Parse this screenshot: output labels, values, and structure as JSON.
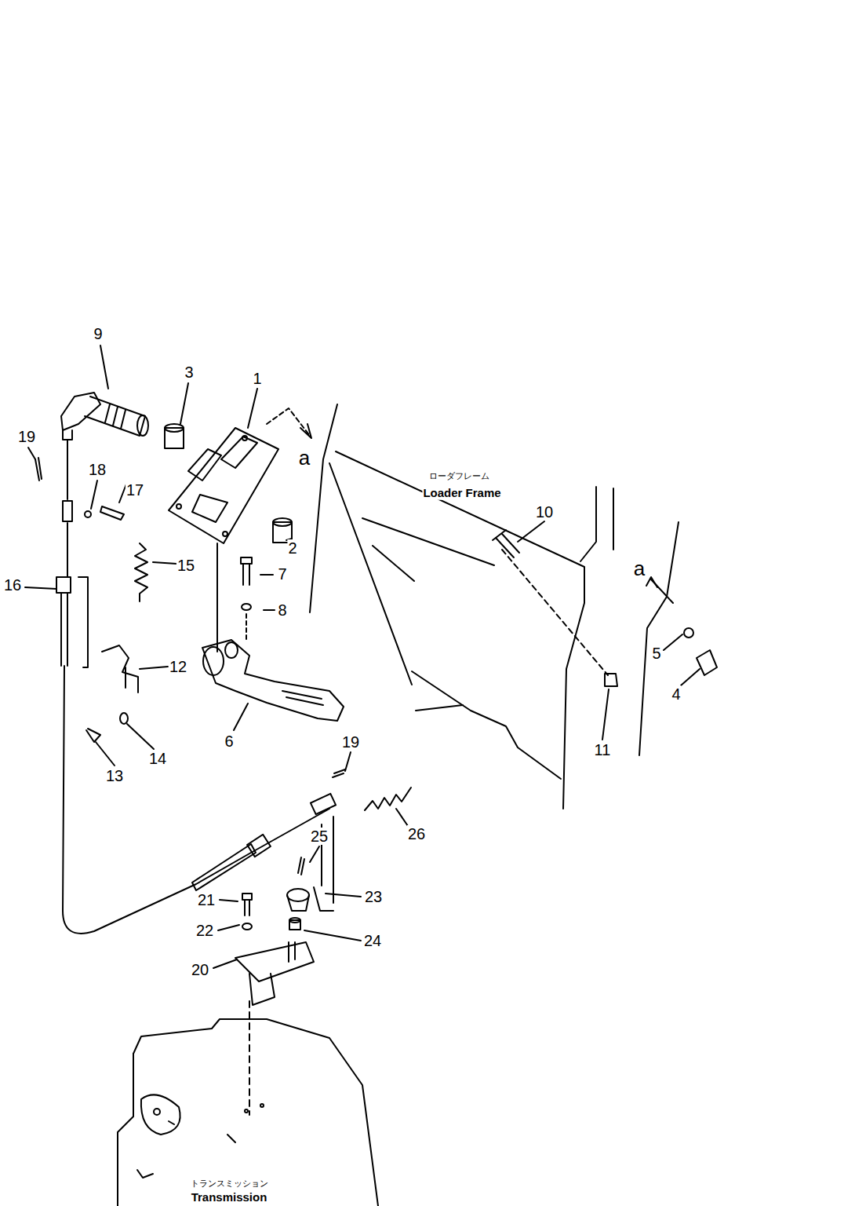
{
  "diagram": {
    "labels": [
      "9",
      "3",
      "1",
      "a",
      "19",
      "18",
      "17",
      "15",
      "16",
      "2",
      "7",
      "8",
      "ローダフレーム",
      "Loader Frame",
      "10",
      "a",
      "5",
      "4",
      "12",
      "13",
      "14",
      "6",
      "11",
      "19",
      "26",
      "25",
      "23",
      "21",
      "22",
      "24",
      "20",
      "トランスミッション",
      "Transmission"
    ]
  }
}
